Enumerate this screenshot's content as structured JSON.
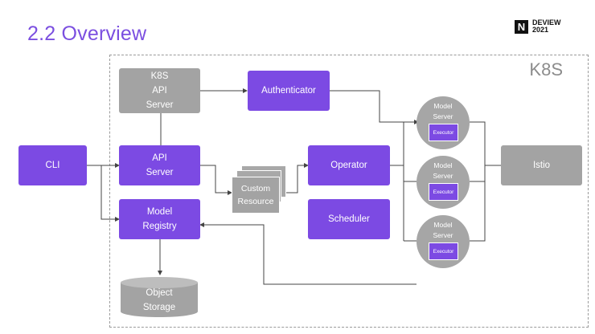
{
  "slide": {
    "title": "2.2 Overview"
  },
  "logo": {
    "mark": "N",
    "line1": "DEVIEW",
    "line2": "2021"
  },
  "cluster": {
    "label": "K8S"
  },
  "nodes": {
    "k8s_api_server": "K8S\nAPI\nServer",
    "authenticator": "Authenticator",
    "cli": "CLI",
    "api_server": "API\nServer",
    "custom_resource": "Custom\nResource",
    "operator": "Operator",
    "scheduler": "Scheduler",
    "model_registry": "Model\nRegistry",
    "object_storage": "Object\nStorage",
    "istio": "Istio"
  },
  "model_servers": [
    {
      "label": "Model\nServer",
      "executor": "Executor"
    },
    {
      "label": "Model\nServer",
      "executor": "Executor"
    },
    {
      "label": "Model\nServer",
      "executor": "Executor"
    }
  ],
  "colors": {
    "accent": "#7c4ae3",
    "node_gray": "#a3a3a3",
    "title": "#7b4fe0"
  }
}
